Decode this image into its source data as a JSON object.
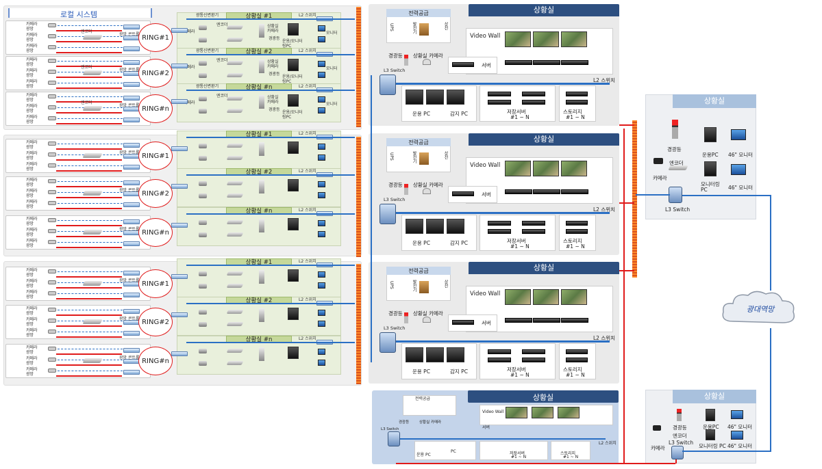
{
  "local_system": {
    "title": "로컬 시스템"
  },
  "ring_labels": [
    "RING#1",
    "RING#2",
    "RING#n"
  ],
  "row_labels": {
    "camera": "카메라",
    "light": "광망",
    "encoder": "엔코더",
    "optical_ctrl": "광망 콘트롤러",
    "converter": "광통신변환기"
  },
  "control_rooms": [
    "상황실 #1",
    "상황실 #2",
    "상황실 #n"
  ],
  "cr_labels": {
    "camera": "카메라",
    "encoder": "엔코더",
    "cr_camera": "상황실 카메라",
    "warning": "경광등",
    "ops_pc": "운용/모니터링PC",
    "monitor": "모니터",
    "l2": "L2 스위치"
  },
  "center": {
    "title": "상황실",
    "power": "전력공급",
    "ups": "UPS",
    "generator": "발전기",
    "power_in": "상전",
    "videowall": "Video Wall",
    "warning": "경광등",
    "cr_camera": "상황실 카메라",
    "server": "서버",
    "l3": "L3 Switch",
    "l2": "L2 스위치",
    "ops_pc": "운용 PC",
    "watch_pc": "감지 PC",
    "storage_server": "저장서버",
    "storage_server_n": "#1 ~ N",
    "storage": "스토리지",
    "storage_n": "#1 ~ N"
  },
  "bottom_center": {
    "title": "상황실",
    "ops_pc": "운용 PC",
    "pc": "PC"
  },
  "right_top": {
    "title": "상황실",
    "warning": "경광등",
    "camera": "카메라",
    "encoder": "엔코더",
    "ops_pc": "운용PC",
    "monitor46": "46\" 모니터",
    "mon_pc": "모니터링 PC",
    "monitor46b": "46\" 모니터",
    "l3": "L3 Switch"
  },
  "right_bottom": {
    "title": "상황실",
    "warning": "경광등",
    "camera": "카메라",
    "encoder": "엔코더",
    "l3": "L3 Switch",
    "ops_pc": "운용PC",
    "monitor46": "46\" 모니터",
    "mon_pc": "모니터링 PC",
    "monitor46b": "46\" 모니터"
  },
  "wan": "광대역망"
}
